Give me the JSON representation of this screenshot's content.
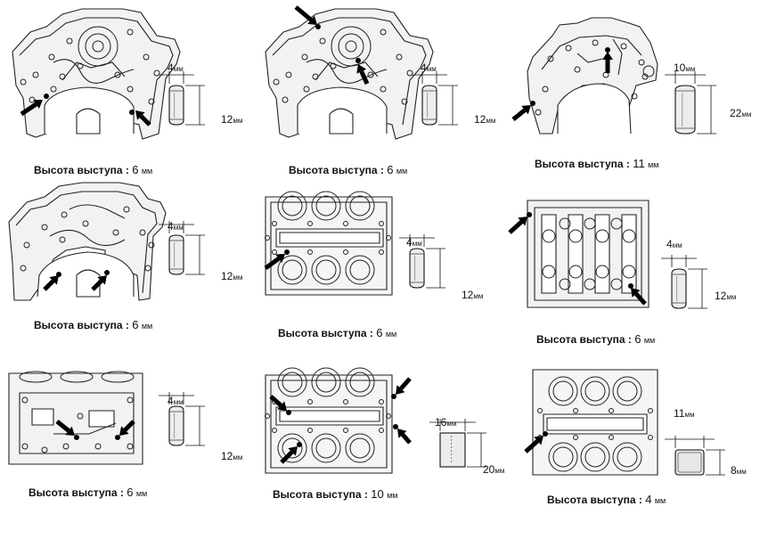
{
  "panels": [
    {
      "caption_label": "Высота выступа",
      "caption_value": "6",
      "dia_value": "4",
      "height_value": "12"
    },
    {
      "caption_label": "Высота выступа",
      "caption_value": "6",
      "dia_value": "4",
      "height_value": "12"
    },
    {
      "caption_label": "Высота выступа",
      "caption_value": "11",
      "dia_value": "10",
      "height_value": "22"
    },
    {
      "caption_label": "Высота выступа",
      "caption_value": "6",
      "dia_value": "4",
      "height_value": "12"
    },
    {
      "caption_label": "Высота выступа",
      "caption_value": "6",
      "dia_value": "4",
      "height_value": "12"
    },
    {
      "caption_label": "Высота выступа",
      "caption_value": "6",
      "dia_value": "4",
      "height_value": "12"
    },
    {
      "caption_label": "Высота выступа",
      "caption_value": "6",
      "dia_value": "4",
      "height_value": "12"
    },
    {
      "caption_label": "Высота выступа",
      "caption_value": "10",
      "dia_value": "16",
      "height_value": "20"
    },
    {
      "caption_label": "Высота выступа",
      "caption_value": "4",
      "dia_value": "11",
      "height_value": "8"
    }
  ],
  "caption_separator": ":",
  "unit": "мм"
}
